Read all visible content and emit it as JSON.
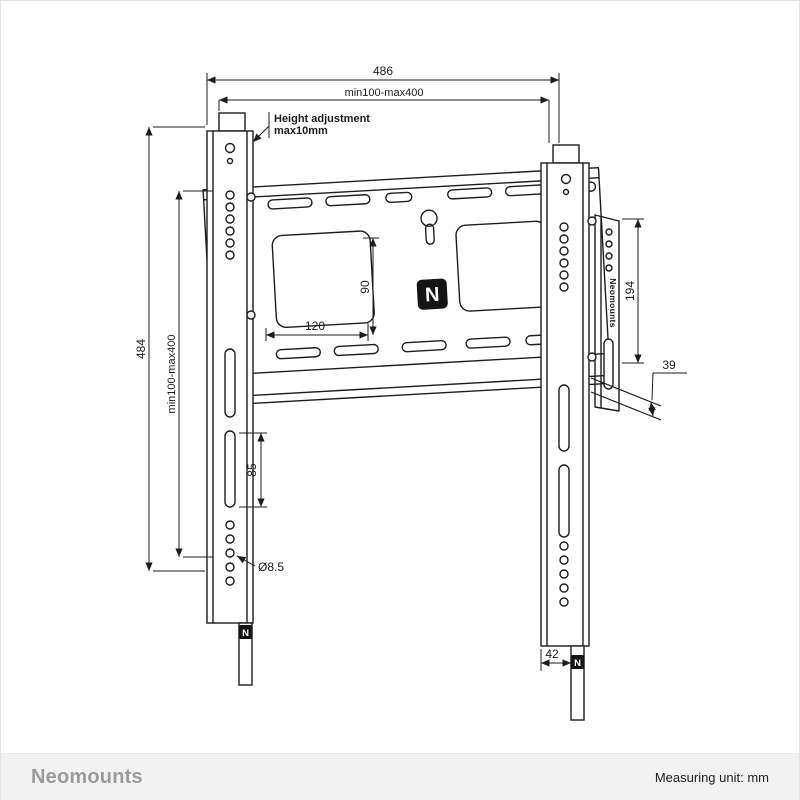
{
  "footer": {
    "brand": "Neomounts",
    "measuring_unit": "Measuring unit: mm"
  },
  "diagram": {
    "dims": {
      "top_width": "486",
      "top_range": "min100-max400",
      "height_adjustment_1": "Height adjustment",
      "height_adjustment_2": "max10mm",
      "left_height": "484",
      "left_range": "min100-max400",
      "vesa_width": "120",
      "vesa_height": "90",
      "bracket_height": "194",
      "depth": "39",
      "slot_length": "85",
      "hole_diameter": "Ø8.5",
      "strap_offset": "42"
    },
    "logo_letter": "N",
    "brand_vertical": "Neomounts"
  }
}
